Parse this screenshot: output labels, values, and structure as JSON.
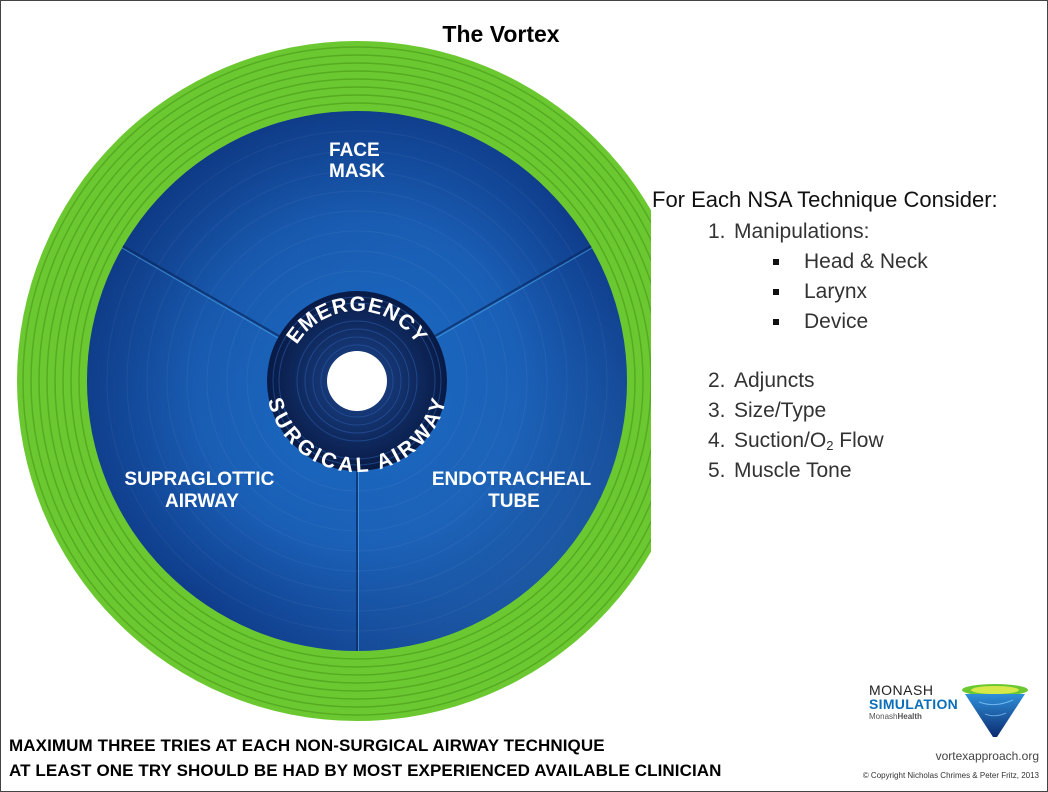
{
  "title": "The Vortex",
  "diagram": {
    "center_top_text": "EMERGENCY",
    "center_bottom_text": "SURGICAL AIRWAY",
    "segments": [
      {
        "line1": "FACE",
        "line2": "MASK"
      },
      {
        "line1": "ENDOTRACHEAL",
        "line2": "TUBE"
      },
      {
        "line1": "SUPRAGLOTTIC",
        "line2": "AIRWAY"
      }
    ],
    "colors": {
      "outer_ring": "#6cc830",
      "segment_dark": "#0f3c8a",
      "segment_light": "#2b8ad8",
      "center": "#0b2150"
    }
  },
  "consider": {
    "heading": "For Each NSA Technique Consider:",
    "items": [
      {
        "num": "1.",
        "text": "Manipulations:"
      },
      {
        "num": "2.",
        "text": "Adjuncts"
      },
      {
        "num": "3.",
        "text": "Size/Type"
      },
      {
        "num": "4.",
        "text_pre": "Suction/O",
        "text_sub": "2",
        "text_post": " Flow"
      },
      {
        "num": "5.",
        "text": "Muscle Tone"
      }
    ],
    "subitems": [
      "Head & Neck",
      "Larynx",
      "Device"
    ]
  },
  "rules": [
    "MAXIMUM THREE TRIES AT EACH NON-SURGICAL AIRWAY TECHNIQUE",
    "AT LEAST ONE TRY SHOULD BE HAD BY MOST EXPERIENCED AVAILABLE CLINICIAN"
  ],
  "logo": {
    "line1": "MONASH",
    "line2": "SIMULATION",
    "line3_a": "Monash",
    "line3_b": "Health"
  },
  "website": "vortexapproach.org",
  "copyright": "© Copyright Nicholas Chrimes & Peter Fritz, 2013"
}
